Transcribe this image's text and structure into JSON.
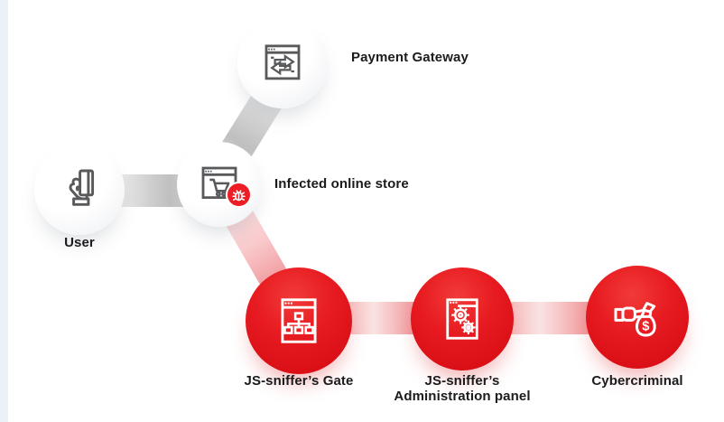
{
  "diagram": {
    "background_color": "#ffffff",
    "edge_strip_color": "#ecf1f7",
    "colors": {
      "malicious_red": "#e01318",
      "badge_red": "#ee1c25",
      "icon_gray": "#58595b",
      "connector_gray": "#c6c6c6",
      "connector_pink": "#f1999c",
      "label_text": "#1b1b1d"
    },
    "nodes": {
      "payment_gateway": {
        "label": "Payment Gateway",
        "icon": "transfer-arrows-browser-icon",
        "style": "neutral"
      },
      "user": {
        "label": "User",
        "icon": "hand-credit-card-icon",
        "style": "neutral"
      },
      "infected_store": {
        "label": "Infected online store",
        "icon": "browser-shopping-cart-icon",
        "badge_icon": "bug-icon",
        "style": "neutral-compromised"
      },
      "gate": {
        "label": "JS-sniffer’s Gate",
        "icon": "browser-sitemap-icon",
        "style": "malicious"
      },
      "admin_panel": {
        "label_line1": "JS-sniffer’s",
        "label_line2": "Administration panel",
        "icon": "browser-gears-icon",
        "style": "malicious"
      },
      "cybercriminal": {
        "label": "Cybercriminal",
        "icon": "hand-money-bag-icon",
        "money_glyph": "$",
        "style": "malicious"
      }
    },
    "connections": [
      {
        "from": "user",
        "to": "infected_store",
        "style": "gray"
      },
      {
        "from": "payment_gateway",
        "to": "infected_store",
        "style": "gray"
      },
      {
        "from": "infected_store",
        "to": "gate",
        "style": "red"
      },
      {
        "from": "gate",
        "to": "admin_panel",
        "style": "red"
      },
      {
        "from": "admin_panel",
        "to": "cybercriminal",
        "style": "red"
      }
    ]
  }
}
